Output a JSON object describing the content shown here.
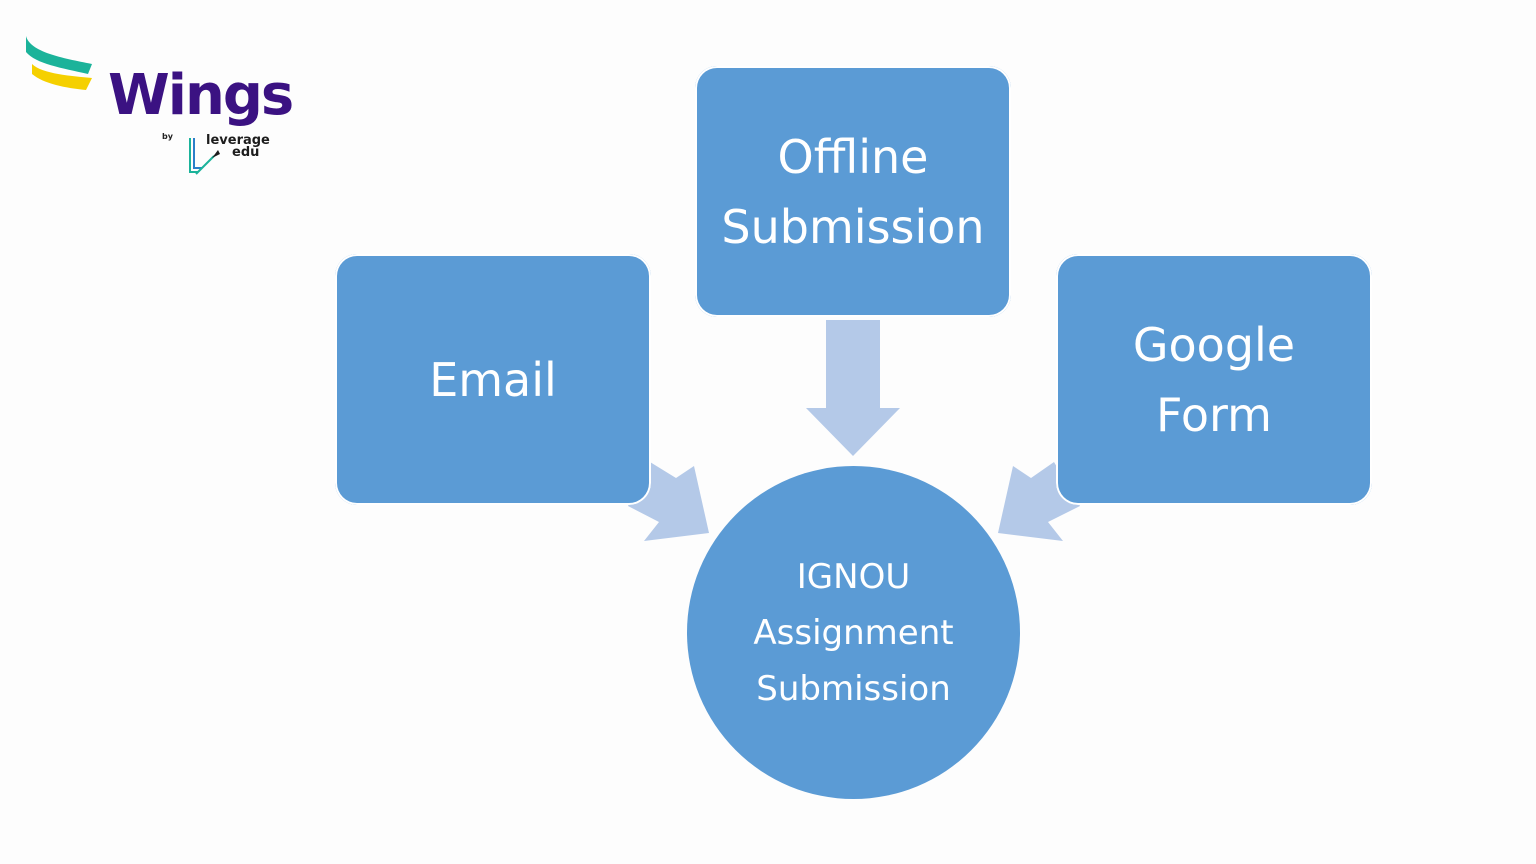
{
  "logo": {
    "word": "Wings",
    "by": "by",
    "sub_line1": "leverage",
    "sub_line2": "edu",
    "colors": {
      "word": "#3b1282",
      "teal": "#1bb39a",
      "yellow": "#f5d000"
    }
  },
  "diagram": {
    "colors": {
      "node": "#5b9bd5",
      "arrow": "#b4c9e8",
      "text": "#ffffff"
    },
    "nodes": {
      "email": {
        "line1": "Email"
      },
      "offline": {
        "line1": "Offline",
        "line2": "Submission"
      },
      "google": {
        "line1": "Google",
        "line2": "Form"
      },
      "hub": {
        "line1": "IGNOU",
        "line2": "Assignment",
        "line3": "Submission"
      }
    },
    "edges": [
      {
        "from": "email",
        "to": "hub"
      },
      {
        "from": "offline",
        "to": "hub"
      },
      {
        "from": "google",
        "to": "hub"
      }
    ]
  }
}
